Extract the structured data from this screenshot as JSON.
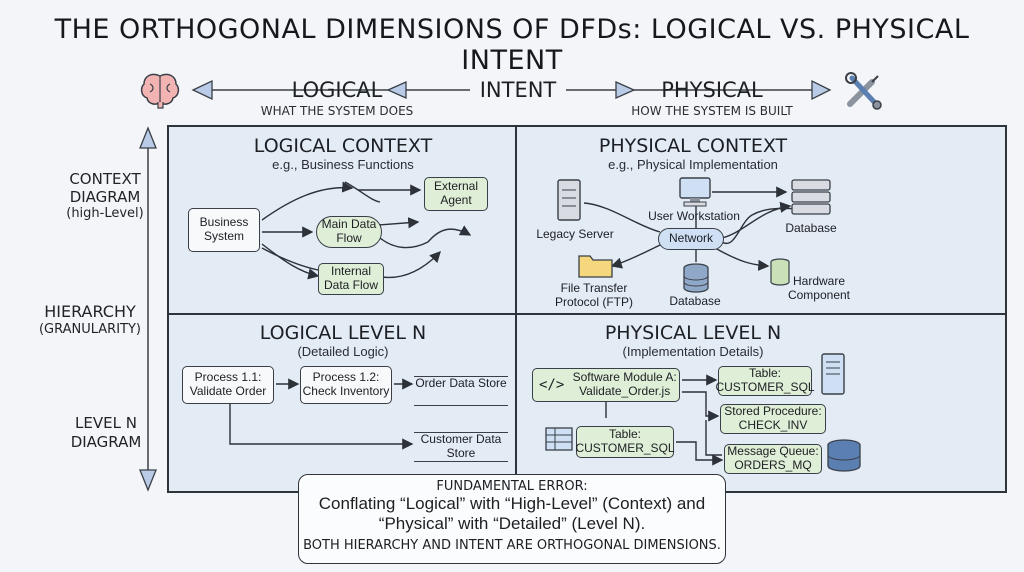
{
  "title": "THE ORTHOGONAL DIMENSIONS OF DFDs: LOGICAL VS. PHYSICAL INTENT",
  "intent_axis": {
    "left_label": "LOGICAL",
    "left_sub": "WHAT THE SYSTEM DOES",
    "center_label": "INTENT",
    "right_label": "PHYSICAL",
    "right_sub": "HOW THE SYSTEM IS BUILT",
    "left_icon": "brain-icon",
    "right_icon": "tools-icon"
  },
  "hierarchy_axis": {
    "top_label_1": "CONTEXT",
    "top_label_2": "DIAGRAM",
    "top_label_3": "(high-Level)",
    "mid_label_1": "HIERARCHY",
    "mid_label_2": "(GRANULARITY)",
    "bottom_label_1": "LEVEL N",
    "bottom_label_2": "DIAGRAM"
  },
  "logical_context": {
    "title": "LOGICAL CONTEXT",
    "subtitle": "e.g., Business Functions",
    "business_system": "Business System",
    "external_agent": "External Agent",
    "main_flow": "Main Data Flow",
    "internal_flow": "Internal Data Flow"
  },
  "physical_context": {
    "title": "PHYSICAL CONTEXT",
    "subtitle": "e.g., Physical Implementation",
    "legacy_server": "Legacy Server",
    "workstation": "User Workstation",
    "network": "Network",
    "database_top": "Database",
    "ftp": "File Transfer Protocol (FTP)",
    "database_bottom": "Database",
    "hardware": "Hardware Component"
  },
  "logical_level": {
    "title": "LOGICAL LEVEL N",
    "subtitle": "(Detailed Logic)",
    "process_1": "Process 1.1: Validate Order",
    "process_2": "Process 1.2: Check Inventory",
    "order_store": "Order Data Store",
    "customer_store": "Customer Data Store"
  },
  "physical_level": {
    "title": "PHYSICAL LEVEL N",
    "subtitle": "(Implementation Details)",
    "module": "Software Module A: Validate_Order.js",
    "table_top": "Table: CUSTOMER_SQL",
    "stored_proc": "Stored Procedure: CHECK_INV",
    "table_bottom": "Table: CUSTOMER_SQL",
    "queue": "Message Queue: ORDERS_MQ"
  },
  "error_note": {
    "heading": "FUNDAMENTAL ERROR:",
    "line_1": "Conflating “Logical” with “High-Level” (Context) and",
    "line_2": "“Physical” with “Detailed” (Level N).",
    "line_3": "BOTH HIERARCHY AND INTENT ARE ORTHOGONAL DIMENSIONS."
  },
  "colors": {
    "quadrant_bg": "#e3ebf4",
    "box_green": "#dfeed6",
    "arrow_blue": "#b9cbe6",
    "line": "#3a3f47"
  }
}
